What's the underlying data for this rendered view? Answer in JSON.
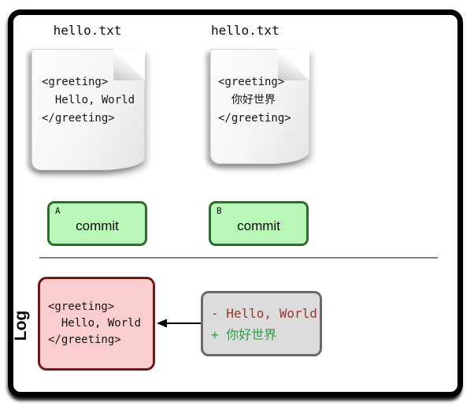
{
  "files": [
    {
      "title": "hello.txt",
      "lines": [
        "<greeting>",
        "  Hello, World",
        "</greeting>"
      ]
    },
    {
      "title": "hello.txt",
      "lines": [
        "<greeting>",
        "  你好世界",
        "</greeting>"
      ]
    }
  ],
  "commits": [
    {
      "id": "A",
      "label": "commit"
    },
    {
      "id": "B",
      "label": "commit"
    }
  ],
  "log": {
    "section_label": "Log",
    "entry_lines": [
      "<greeting>",
      "  Hello, World",
      "</greeting>"
    ],
    "diff": {
      "minus_line": "- Hello, World",
      "plus_line": "+ 你好世界"
    }
  },
  "colors": {
    "frame": "#000000",
    "commit_fill": "#b9f7b9",
    "commit_border": "#2e6b2e",
    "log_entry_fill": "#fbcece",
    "log_entry_border": "#701818",
    "diff_fill": "#dcdcdc",
    "diff_border": "#6a6a6a",
    "diff_minus": "#9c3333",
    "diff_plus": "#2e9e44",
    "arrow": "#000000"
  }
}
